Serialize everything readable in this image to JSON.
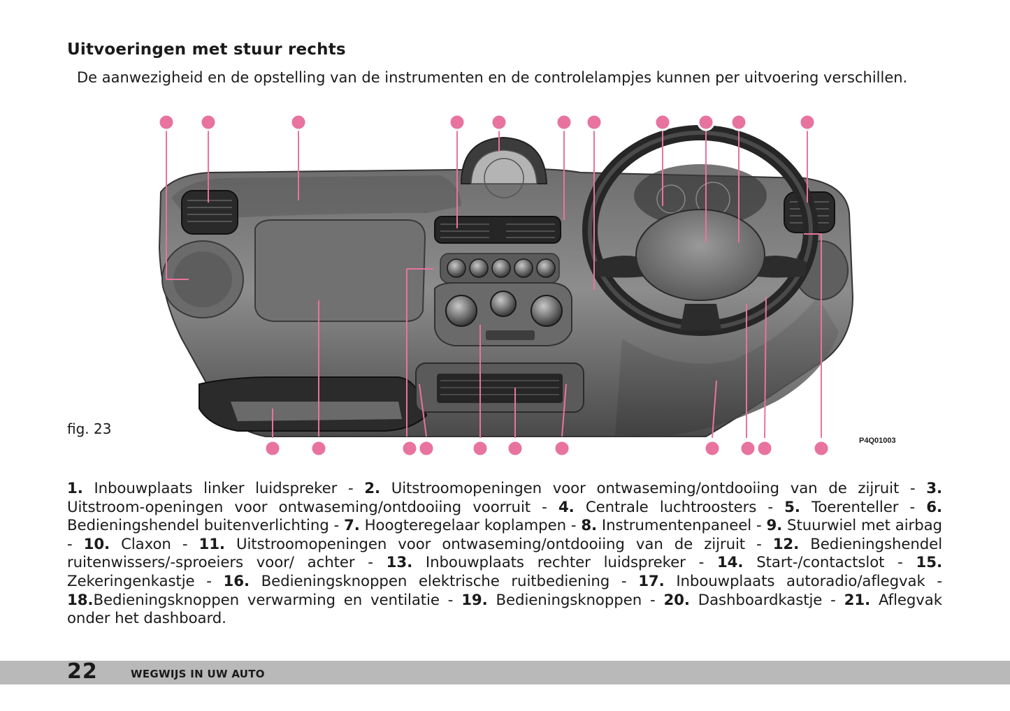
{
  "heading": "Uitvoeringen met stuur rechts",
  "intro": "De aanwezigheid en de opstelling van de instrumenten en de controlelampjes kunnen per uitvoering verschillen.",
  "figure": {
    "label": "fig. 23",
    "code": "P4Q01003",
    "callout_color": "#e8739f"
  },
  "legend": [
    {
      "num": "1.",
      "text": " Inbouwplaats linker luidspreker - "
    },
    {
      "num": "2.",
      "text": " Uitstroomopeningen voor ontwaseming/ontdooiing van de zijruit - "
    },
    {
      "num": "3.",
      "text": " Uitstroom-openingen voor ontwaseming/ontdooiing voorruit - "
    },
    {
      "num": "4.",
      "text": " Centrale luchtroosters - "
    },
    {
      "num": "5.",
      "text": " Toerenteller - "
    },
    {
      "num": "6.",
      "text": " Bedieningshendel buitenverlichting - "
    },
    {
      "num": "7.",
      "text": " Hoogteregelaar koplampen - "
    },
    {
      "num": "8.",
      "text": " Instrumentenpaneel - "
    },
    {
      "num": "9.",
      "text": " Stuurwiel met airbag - "
    },
    {
      "num": "10.",
      "text": " Claxon - "
    },
    {
      "num": "11.",
      "text": " Uitstroomopeningen voor ontwaseming/ontdooiing van de zijruit - "
    },
    {
      "num": "12.",
      "text": " Bedieningshendel ruitenwissers/-sproeiers voor/ achter - "
    },
    {
      "num": "13.",
      "text": " Inbouwplaats rechter luidspreker - "
    },
    {
      "num": "14.",
      "text": "  Start-/contactslot - "
    },
    {
      "num": "15.",
      "text": " Zekeringenkastje - "
    },
    {
      "num": "16.",
      "text": " Bedieningsknoppen elektrische ruitbediening - "
    },
    {
      "num": "17.",
      "text": " Inbouwplaats autoradio/aflegvak - "
    },
    {
      "num": "18.",
      "text": "Bedieningsknoppen verwarming en ventilatie - "
    },
    {
      "num": "19.",
      "text": " Bedieningsknoppen - "
    },
    {
      "num": "20.",
      "text": " Dashboardkastje - "
    },
    {
      "num": "21.",
      "text": " Aflegvak onder het dashboard."
    }
  ],
  "footer": {
    "page_number": "22",
    "section_title": "WEGWIJS IN UW AUTO"
  }
}
